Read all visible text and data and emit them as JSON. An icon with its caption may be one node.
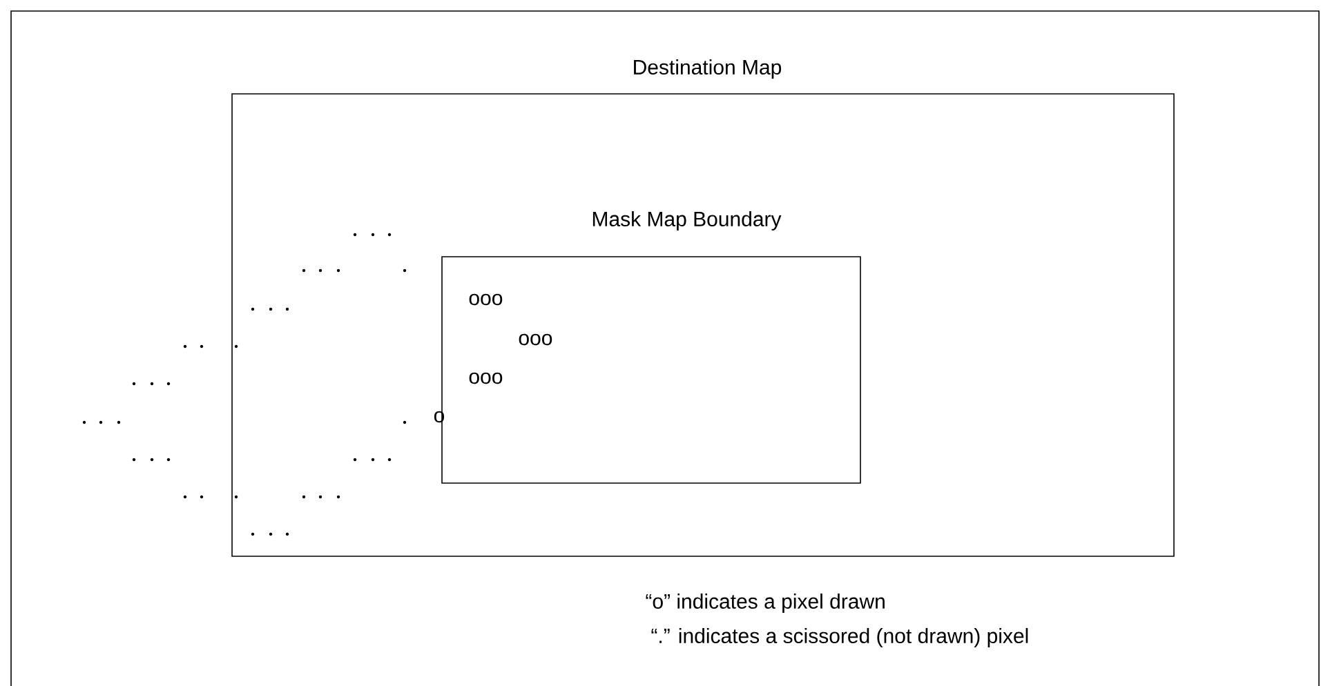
{
  "diagram": {
    "nodes": [
      {
        "text": [
          "Destination Map"
        ]
      },
      {
        "text": [
          "Mask Map Boundary"
        ],
        "in": 0
      }
    ],
    "labels": [
      "ooo",
      "ooo",
      "ooo",
      "o",
      "“o” indicates a pixel drawn",
      "“.” indicates a scissored (not drawn) pixel"
    ]
  }
}
